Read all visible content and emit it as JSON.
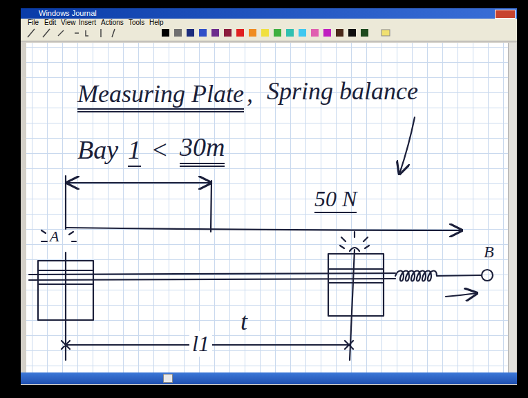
{
  "diagram": {
    "labels": [
      "Windows Journal",
      "File",
      "Edit",
      "View",
      "Insert",
      "Actions",
      "Tools",
      "Help",
      "Measuring Plate",
      ",",
      "Spring balance",
      "Bay",
      "1",
      "<",
      "30m",
      "50 N",
      "A",
      "B",
      "l1",
      "t"
    ]
  }
}
